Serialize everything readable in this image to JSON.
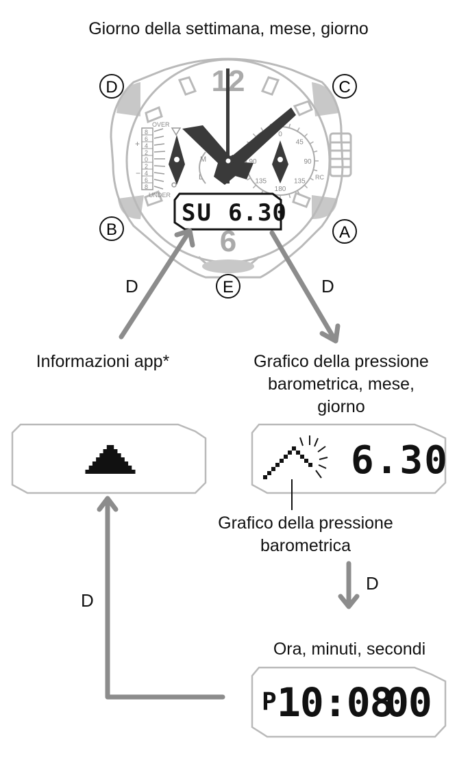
{
  "title": "Giorno della settimana, mese, giorno",
  "watch": {
    "buttons": {
      "a": "A",
      "b": "B",
      "c": "C",
      "d": "D",
      "e": "E"
    },
    "dial_twelve": "12",
    "dial_six": "6",
    "lcd_day": "SU",
    "lcd_date": "6.30",
    "scale_over": "OVER",
    "scale_under": "UNDER",
    "scale_plus": "+",
    "scale_minus": "−",
    "scale_digits": [
      "8",
      "6",
      "4",
      "2",
      "0",
      "2",
      "4",
      "6",
      "8"
    ],
    "sub_m": "M",
    "sub_l": "L",
    "compass_marks": [
      "0",
      "45",
      "90",
      "135",
      "180",
      "135",
      "90",
      "45"
    ],
    "rc_label": "RC"
  },
  "arrows": {
    "to_app": "D",
    "to_graph": "D",
    "to_time": "D",
    "back_to_app": "D"
  },
  "panels": {
    "app": {
      "label": "Informazioni app*"
    },
    "graph": {
      "label_lines": [
        "Grafico della pressione",
        "barometrica, mese,",
        "giorno"
      ],
      "lcd_date": "6.30",
      "callout_lines": [
        "Grafico della pressione",
        "barometrica"
      ]
    },
    "time": {
      "label": "Ora, minuti, secondi",
      "lcd_indicator": "P",
      "lcd_time": "10:08",
      "lcd_seconds": "00"
    }
  },
  "colors": {
    "gray": "#8c8c8c",
    "light_gray": "#c8c8c8",
    "outline": "#b9b9b9",
    "dark_hand": "#3a3a3a"
  }
}
